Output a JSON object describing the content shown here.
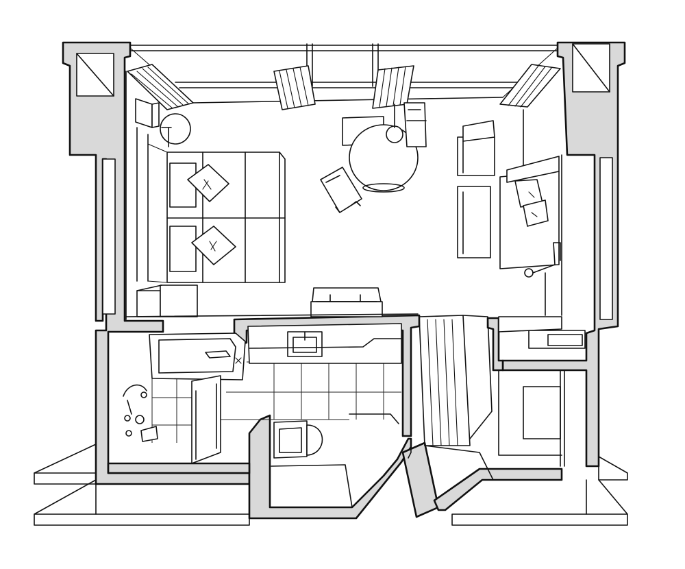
{
  "drawing": {
    "colors": {
      "ink": "#111111",
      "wall_fill": "#d9d9d9",
      "background": "#ffffff"
    },
    "rooms": [
      "bedroom-living",
      "bathroom",
      "toilet",
      "entry-corridor",
      "closet"
    ],
    "furniture": [
      "double-bed",
      "pillows",
      "nightstand",
      "floor-lamp",
      "round-table",
      "armchairs",
      "sofa",
      "curtains",
      "desk",
      "sink-counter",
      "bathtub",
      "shower-mixer",
      "toilet-bowl",
      "wardrobe-shelf"
    ]
  }
}
